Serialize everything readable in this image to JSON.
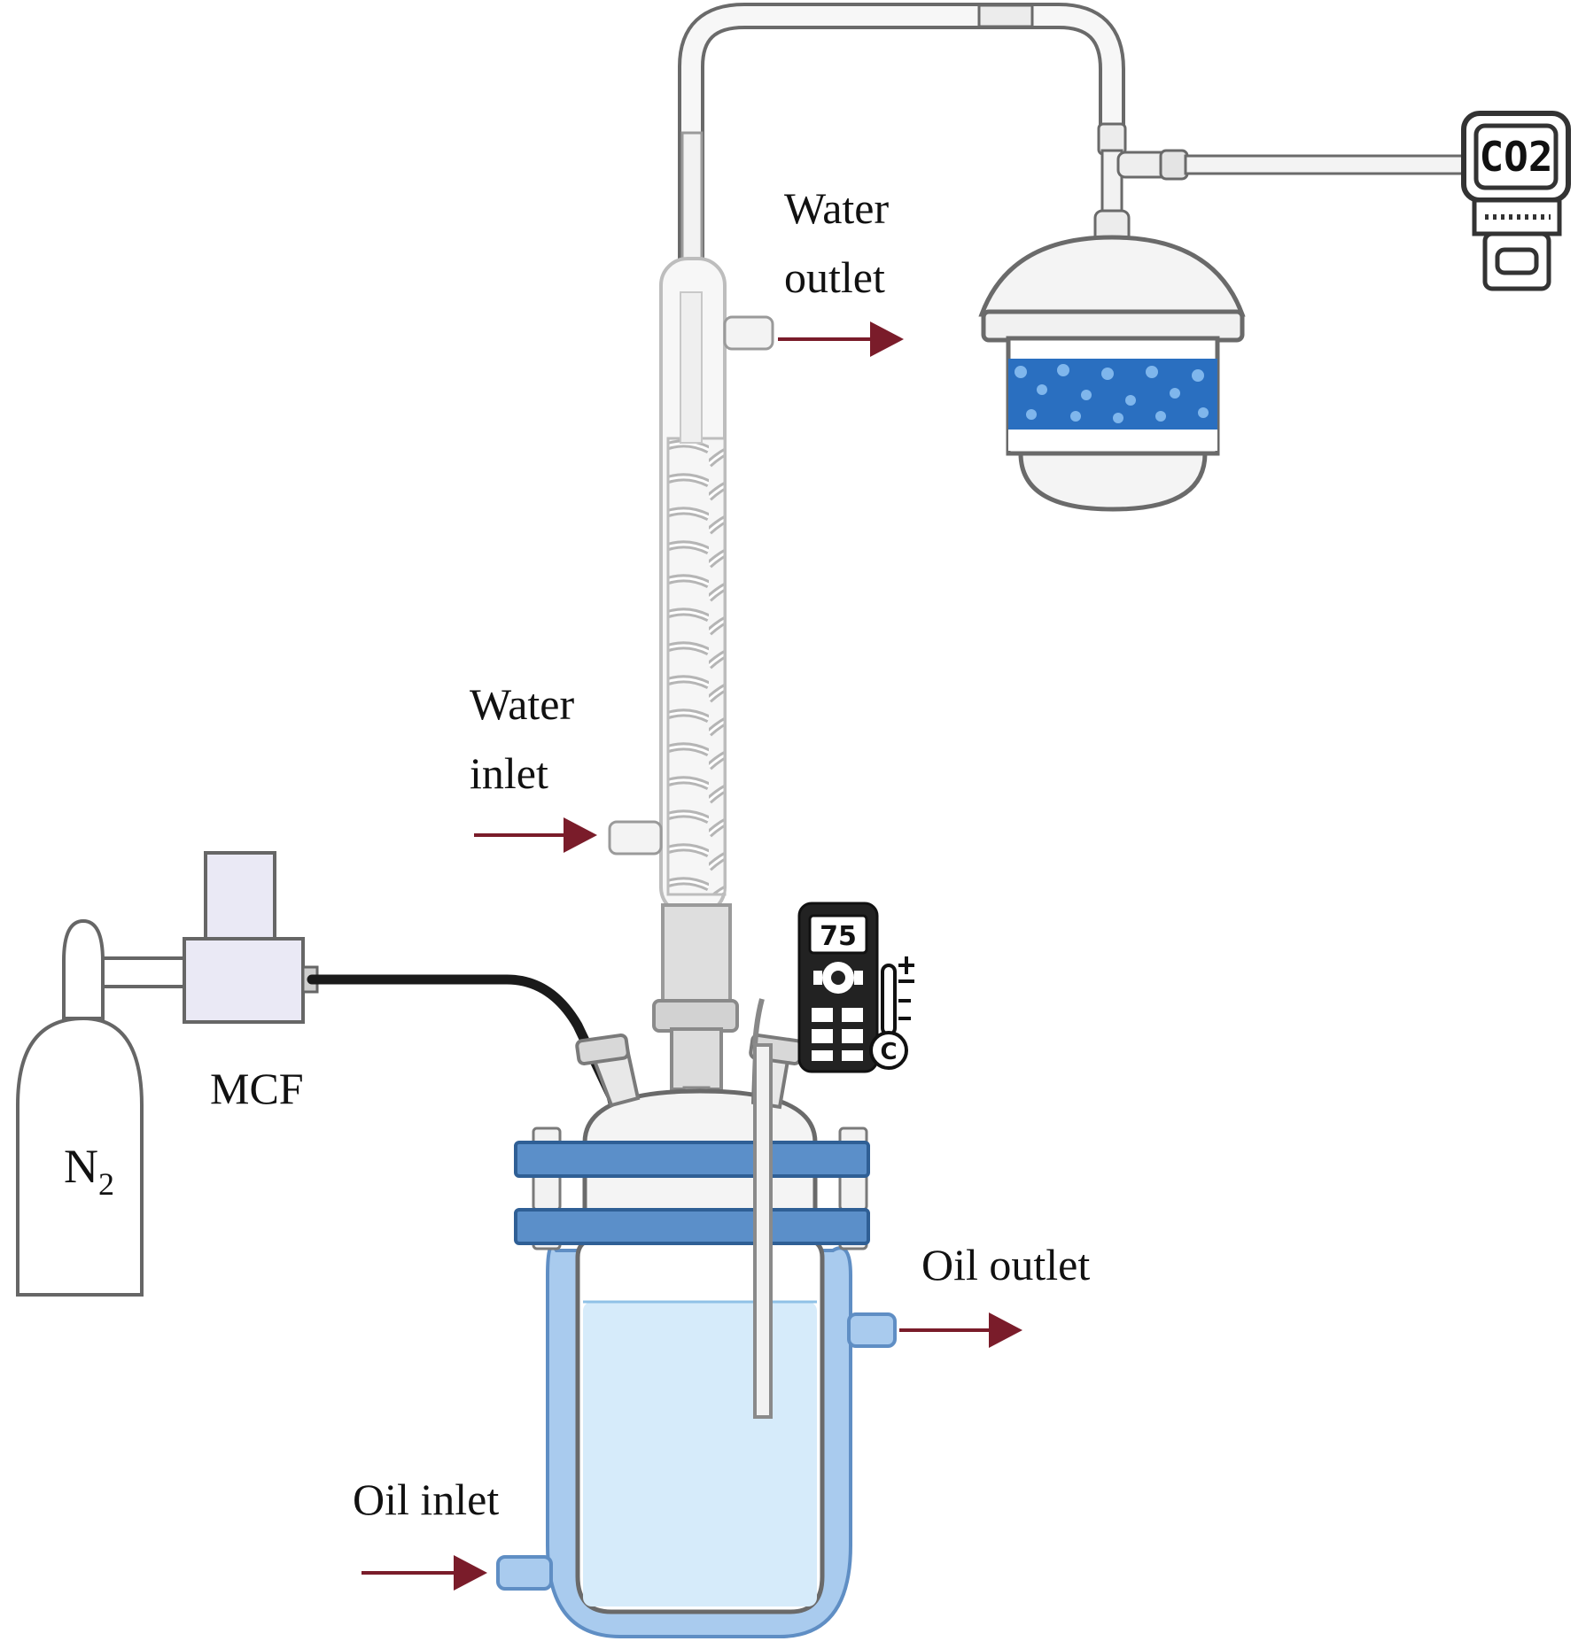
{
  "labels": {
    "water_outlet_line1": "Water",
    "water_outlet_line2": "outlet",
    "water_inlet_line1": "Water",
    "water_inlet_line2": "inlet",
    "mcf": "MCF",
    "n2_main": "N",
    "n2_sub": "2",
    "oil_outlet": "Oil outlet",
    "oil_inlet": "Oil inlet",
    "co2_sensor": "CO2",
    "thermometer_reading": "75",
    "thermometer_unit": "C"
  },
  "colors": {
    "arrow": "#7a1c2a",
    "outline": "#555555",
    "glass": "#f4f4f4",
    "jacket": "#a9cbee",
    "liquid": "#d6ebfa",
    "clamp": "#5b8fc9",
    "beads": "#1f72c4",
    "tube_dark": "#1a1a1a",
    "mcf_box": "#eae9f5"
  },
  "icons": [
    "gas-cylinder-icon",
    "co2-sensor-icon",
    "thermometer-device-icon",
    "arrow-right-icon"
  ]
}
